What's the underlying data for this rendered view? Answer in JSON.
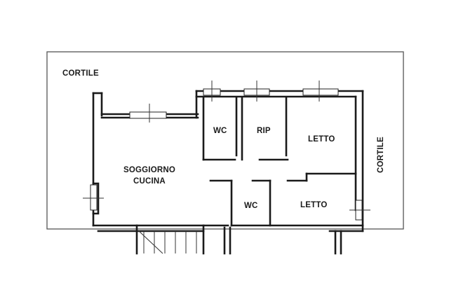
{
  "plan": {
    "labels": {
      "cortile_top": "CORTILE",
      "cortile_right": "CORTILE",
      "soggiorno_line1": "SOGGIORNO",
      "soggiorno_line2": "CUCINA",
      "wc_top": "WC",
      "rip": "RIP",
      "letto_top": "LETTO",
      "wc_bottom": "WC",
      "letto_bottom": "LETTO"
    }
  }
}
